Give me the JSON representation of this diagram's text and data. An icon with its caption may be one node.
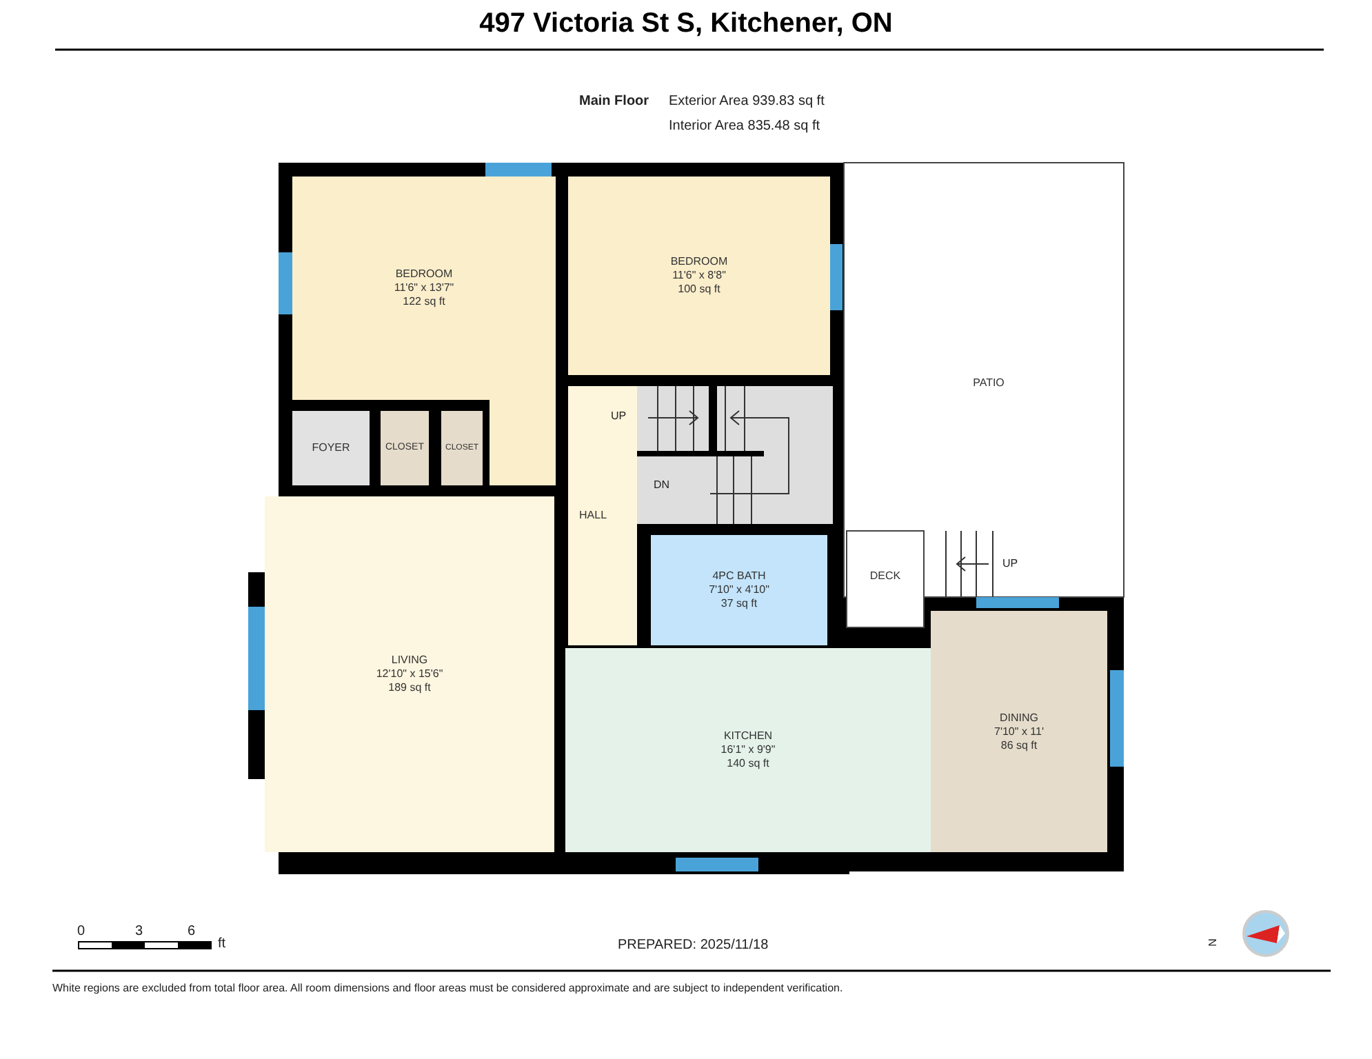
{
  "diagram": {
    "title": "497 Victoria St S, Kitchener, ON",
    "nodes": [
      {
        "text": [
          "BEDROOM",
          "11'6\" x 13'7\"",
          "122 sq ft"
        ]
      },
      {
        "text": [
          "BEDROOM",
          "11'6\" x 8'8\"",
          "100 sq ft"
        ]
      },
      {
        "text": [
          "PATIO"
        ]
      },
      {
        "text": [
          "FOYER"
        ]
      },
      {
        "text": [
          "CLOSET"
        ]
      },
      {
        "text": [
          "CLOSET"
        ]
      },
      {
        "text": [
          "HALL"
        ]
      },
      {
        "text": [
          "4PC BATH",
          "7'10\" x 4'10\"",
          "37 sq ft"
        ]
      },
      {
        "text": [
          "DECK"
        ]
      },
      {
        "text": [
          "LIVING",
          "12'10\" x 15'6\"",
          "189 sq ft"
        ]
      },
      {
        "text": [
          "KITCHEN",
          "16'1\" x 9'9\"",
          "140 sq ft"
        ]
      },
      {
        "text": [
          "DINING",
          "7'10\" x 11'",
          "86 sq ft"
        ]
      }
    ],
    "edges": [],
    "labels": [
      "Main Floor",
      "Exterior Area 939.83 sq ft",
      "Interior Area 835.48 sq ft",
      "UP",
      "DN",
      "UP",
      "0",
      "3",
      "6",
      "ft",
      "PREPARED: 2025/11/18",
      "N",
      "White regions are excluded from total floor area. All room dimensions and floor areas must be considered approximate and are subject to independent verification."
    ]
  }
}
